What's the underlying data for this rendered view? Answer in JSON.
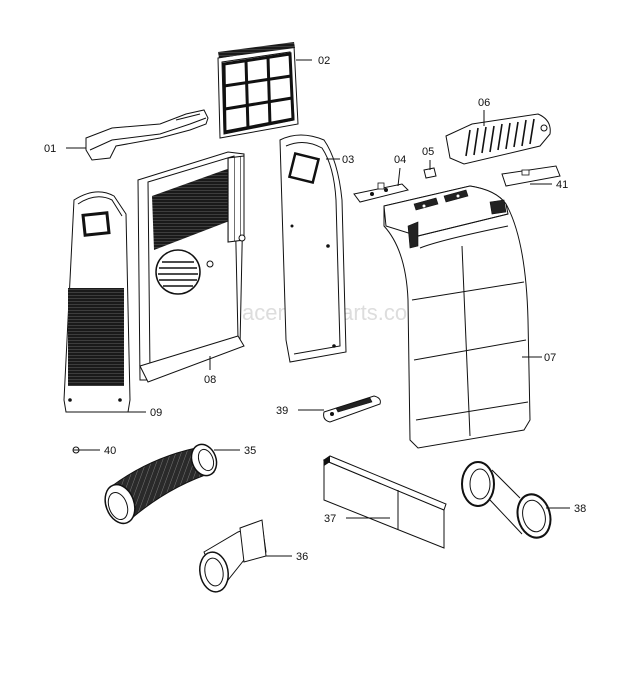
{
  "watermark": "eReplacementParts.com",
  "parts": [
    {
      "id": "01"
    },
    {
      "id": "02"
    },
    {
      "id": "03"
    },
    {
      "id": "04"
    },
    {
      "id": "05"
    },
    {
      "id": "06"
    },
    {
      "id": "07"
    },
    {
      "id": "08"
    },
    {
      "id": "09"
    },
    {
      "id": "35"
    },
    {
      "id": "36"
    },
    {
      "id": "37"
    },
    {
      "id": "38"
    },
    {
      "id": "39"
    },
    {
      "id": "40"
    },
    {
      "id": "41"
    }
  ]
}
